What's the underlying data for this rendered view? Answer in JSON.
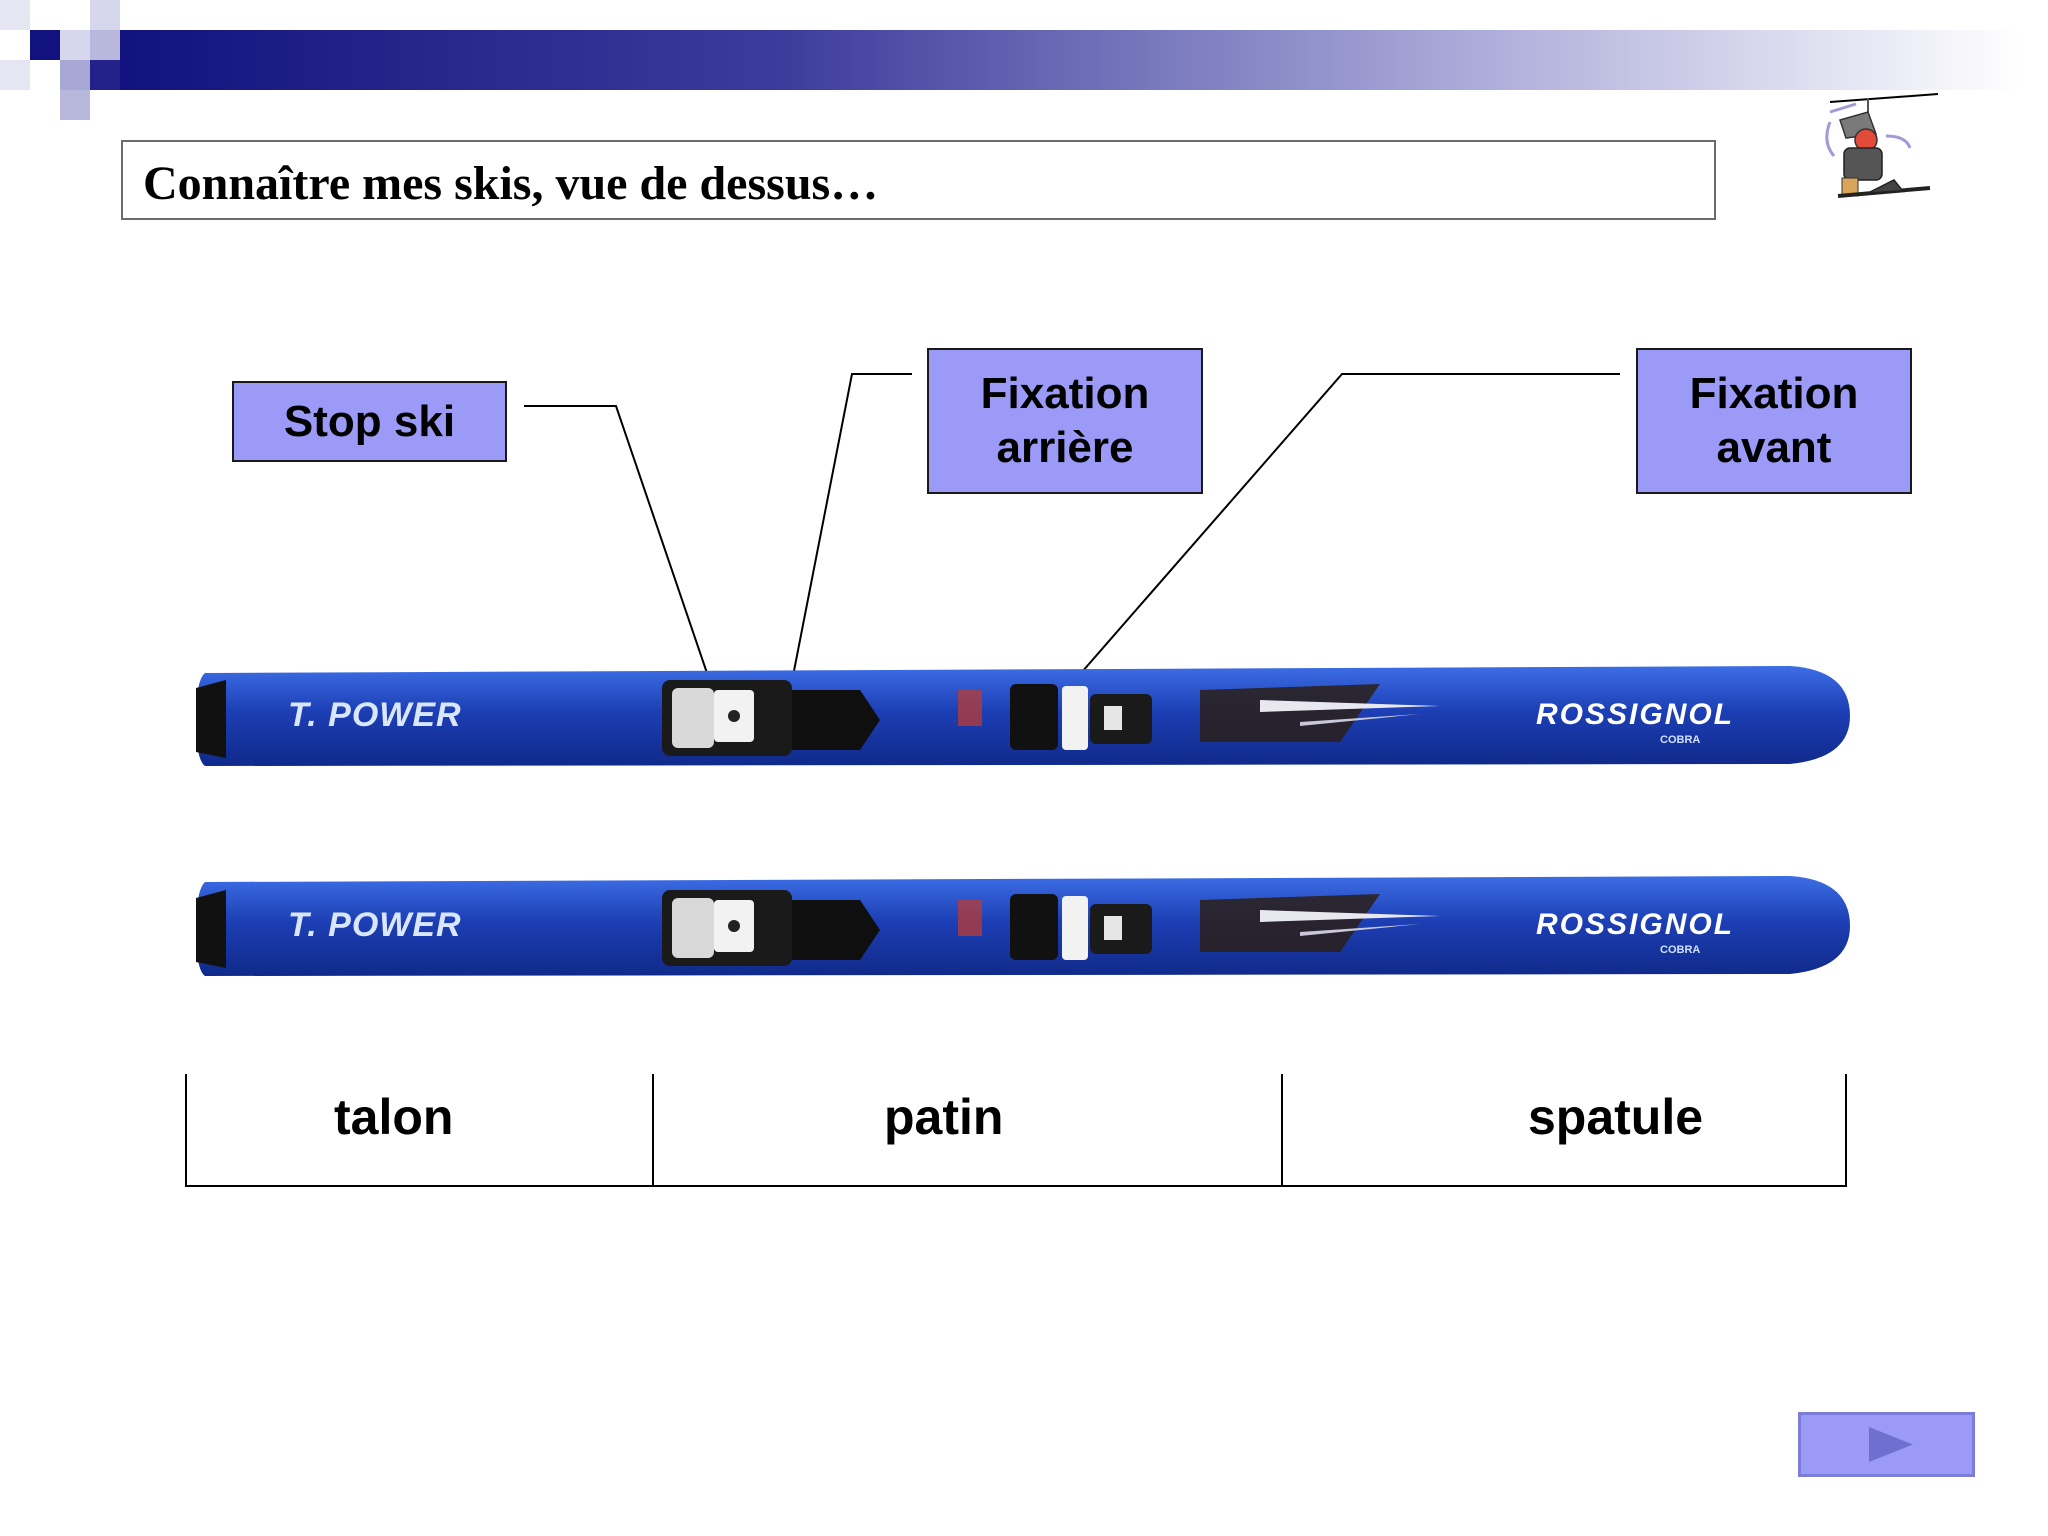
{
  "title": "Connaître mes skis, vue de dessus…",
  "callouts": {
    "stop_ski": "Stop ski",
    "fixation_arriere": [
      "Fixation",
      "arrière"
    ],
    "fixation_avant": [
      "Fixation",
      "avant"
    ]
  },
  "zones": [
    "talon",
    "patin",
    "spatule"
  ],
  "ski": {
    "model": "T. POWER",
    "brand": "ROSSIGNOL",
    "sub": "COBRA"
  },
  "icons": {
    "mascot": "skier-on-chairlift-icon",
    "next": "play-arrow-icon"
  },
  "colors": {
    "accent": "#9b9bf7",
    "header_gradient_start": "#1a1a8c",
    "ski_blue": "#1f3fb8"
  }
}
